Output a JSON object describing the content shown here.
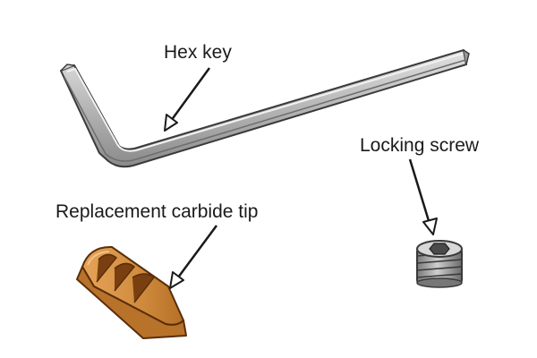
{
  "labels": {
    "hex_key": "Hex key",
    "locking_screw": "Locking screw",
    "carbide_tip": "Replacement carbide tip"
  },
  "colors": {
    "steel_light": "#d4d4d4",
    "steel_mid": "#a9a9a9",
    "steel_dark": "#6e6e6e",
    "outline": "#3a3a3a",
    "brass_light": "#e8a55a",
    "brass_mid": "#c97a2e",
    "brass_dark": "#8a4a14",
    "arrow_fill": "#ffffff"
  },
  "icons": {
    "hex_key": "hex-key-icon",
    "locking_screw": "locking-screw-icon",
    "carbide_tip": "carbide-tip-icon"
  }
}
